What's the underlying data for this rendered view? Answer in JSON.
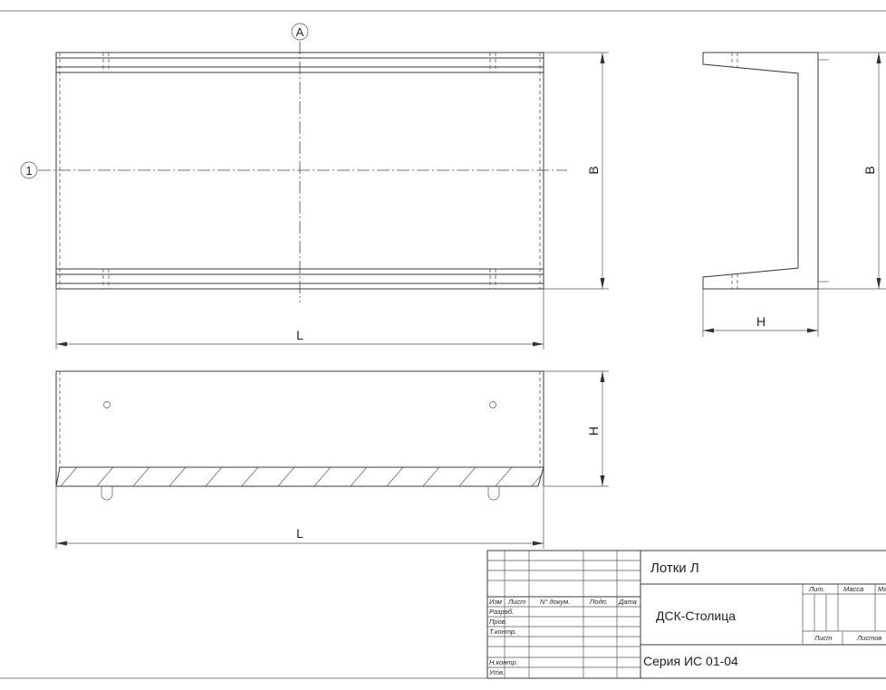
{
  "labels": {
    "axis_letter": "A",
    "axis_number": "1",
    "dim_L_top": "L",
    "dim_B_plan": "B",
    "dim_B_section": "B",
    "dim_H_section": "H",
    "dim_H_elevation": "H",
    "dim_L_bottom": "L"
  },
  "title_block": {
    "name": "Лотки Л",
    "company": "ДСК-Столица",
    "series": "Серия ИС 01-04",
    "col_izm": "Изм",
    "col_list": "Лист",
    "col_doc": "N° докум.",
    "col_sign": "Подп.",
    "col_date": "Дата",
    "row_razrab": "Разраб.",
    "row_prov": "Пров.",
    "row_tkontr": "Т.контр.",
    "row_nkontr": "Н.контр.",
    "row_utv": "Утв.",
    "lit": "Лит.",
    "massa": "Масса",
    "masshtab": "Ма",
    "list": "Лист",
    "listov": "Листов"
  }
}
